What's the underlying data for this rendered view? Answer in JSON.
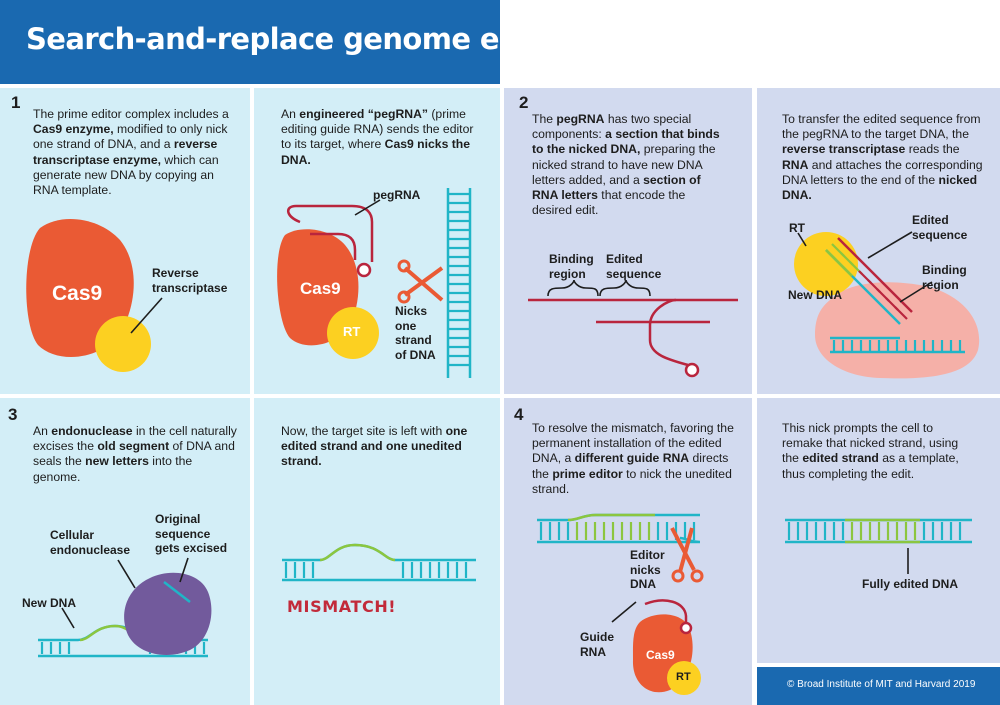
{
  "title": "Search-and-replace genome editing",
  "colors": {
    "title_bar": "#1a69b0",
    "light_panel": "#d3eef7",
    "lav_panel": "#d2daef",
    "cas9": "#ea5a34",
    "rt": "#fcd021",
    "dna": "#20b5c7",
    "rna": "#b9253d",
    "edited": "#8cc63f",
    "endonuclease": "#725a9c"
  },
  "steps": [
    {
      "number": "1"
    },
    {
      "number": "2"
    },
    {
      "number": "3"
    },
    {
      "number": "4"
    }
  ],
  "panels": {
    "p1a": {
      "pre": "The prime editor complex includes a ",
      "b1": "Cas9 enzyme,",
      "mid": " modified to only nick one strand of DNA, and a ",
      "b2": "reverse transcriptase enzyme,",
      "post": " which can generate new DNA by copying an RNA template."
    },
    "p1b": {
      "pre": "An ",
      "b1": "engineered “pegRNA”",
      "mid": " (prime editing guide RNA) sends the editor to its target, where ",
      "b2": "Cas9 nicks the DNA."
    },
    "p2a": {
      "pre": "The ",
      "b1": "pegRNA",
      "mid1": " has two special components: ",
      "b2": "a section that binds to the nicked DNA,",
      "mid2": " preparing the nicked strand to have new DNA letters added, and a ",
      "b3": "section of RNA letters",
      "post": " that encode the desired edit."
    },
    "p2b": {
      "pre": "To transfer the edited sequence from the pegRNA to the target DNA, the ",
      "b1": "reverse transcriptase",
      "mid1": " reads the ",
      "b2": "RNA",
      "mid2": " and attaches the corresponding DNA letters to the end of the ",
      "b3": "nicked DNA."
    },
    "p3a": {
      "pre": "An ",
      "b1": "endonuclease",
      "mid1": " in the cell naturally excises the ",
      "b2": "old segment",
      "mid2": " of DNA and seals the ",
      "b3": "new letters",
      "post": " into the genome."
    },
    "p3b": {
      "pre": "Now, the target site is left with ",
      "b1": "one edited strand and one unedited strand."
    },
    "p4a": {
      "pre": "To resolve the mismatch, favoring the permanent installation of the edited DNA, a ",
      "b1": "different guide RNA",
      "mid": " directs the ",
      "b2": "prime editor",
      "post": " to nick the unedited strand."
    },
    "p4b": {
      "pre": "This nick prompts the cell to remake that nicked strand, using the ",
      "b1": "edited strand",
      "post": " as a template, thus completing the edit."
    }
  },
  "labels": {
    "cas9": "Cas9",
    "reverse_transcriptase": "Reverse transcriptase",
    "pegrna": "pegRNA",
    "cas9_b": "Cas9",
    "rt_b": "RT",
    "nicks": "Nicks one strand of DNA",
    "binding_region": "Binding region",
    "edited_sequence": "Edited sequence",
    "rt_c": "RT",
    "edited_sequence_c": "Edited sequence",
    "binding_region_c": "Binding region",
    "new_dna_c": "New DNA",
    "original_sequence": "Original sequence gets excised",
    "cellular_endonuclease": "Cellular endonuclease",
    "new_dna_d": "New DNA",
    "mismatch": "MISMATCH!",
    "editor_nicks": "Editor nicks DNA",
    "guide_rna": "Guide RNA",
    "cas9_e": "Cas9",
    "rt_e": "RT",
    "fully_edited": "Fully edited DNA"
  },
  "credit": "© Broad Institute of MIT and Harvard 2019"
}
